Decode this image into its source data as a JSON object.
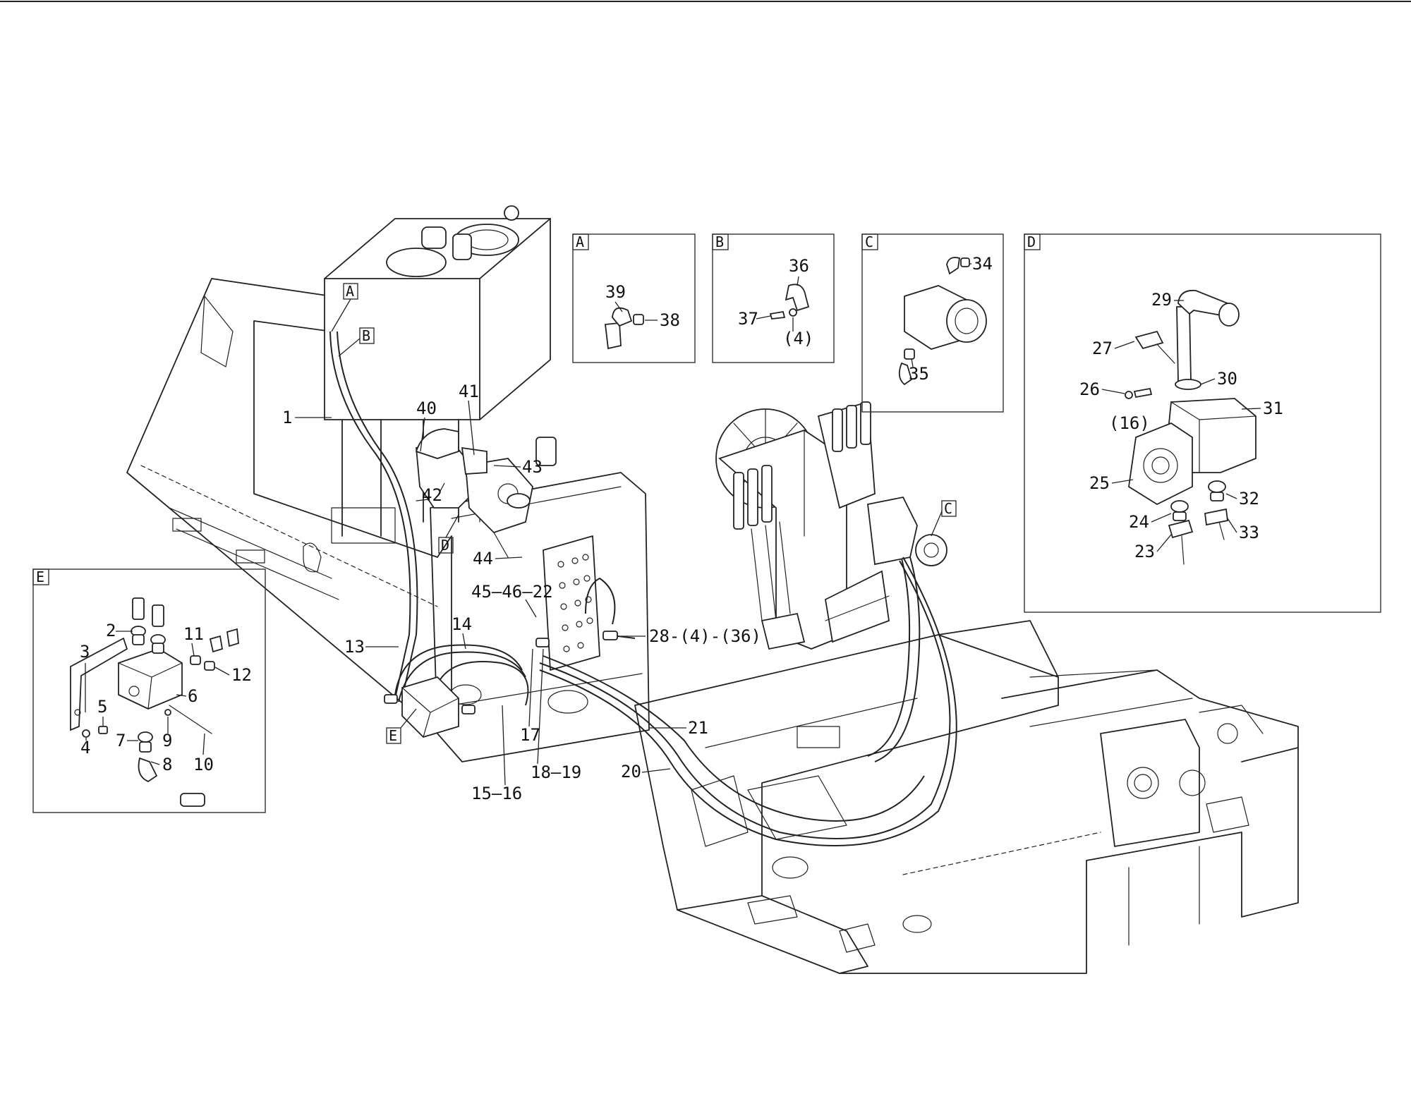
{
  "detail_boxes": [
    {
      "id": "A",
      "label": "A"
    },
    {
      "id": "B",
      "label": "B"
    },
    {
      "id": "C",
      "label": "C"
    },
    {
      "id": "D",
      "label": "D"
    },
    {
      "id": "E",
      "label": "E"
    }
  ],
  "main_tags": {
    "A": "A",
    "B": "B",
    "C": "C",
    "D": "D",
    "E": "E"
  },
  "callouts": {
    "c1": "1",
    "c13": "13",
    "c14": "14",
    "c40": "40",
    "c41": "41",
    "c42": "42",
    "c43": "43",
    "c44": "44",
    "c45_46_22": "45—46—22",
    "c28": "28-(4)-(36)",
    "c17": "17",
    "c18_19": "18—19",
    "c15_16": "15—16",
    "c21": "21",
    "c20": "20",
    "a39": "39",
    "a38": "38",
    "b36": "36",
    "b37": "37",
    "b4": "(4)",
    "c34": "34",
    "c35": "35",
    "d29": "29",
    "d27": "27",
    "d30": "30",
    "d26": "26",
    "d16": "(16)",
    "d31": "31",
    "d25": "25",
    "d32": "32",
    "d24": "24",
    "d33": "33",
    "d23": "23",
    "e2": "2",
    "e3": "3",
    "e11": "11",
    "e12": "12",
    "e6": "6",
    "e5": "5",
    "e4": "4",
    "e7": "7",
    "e9": "9",
    "e8": "8",
    "e10": "10"
  }
}
